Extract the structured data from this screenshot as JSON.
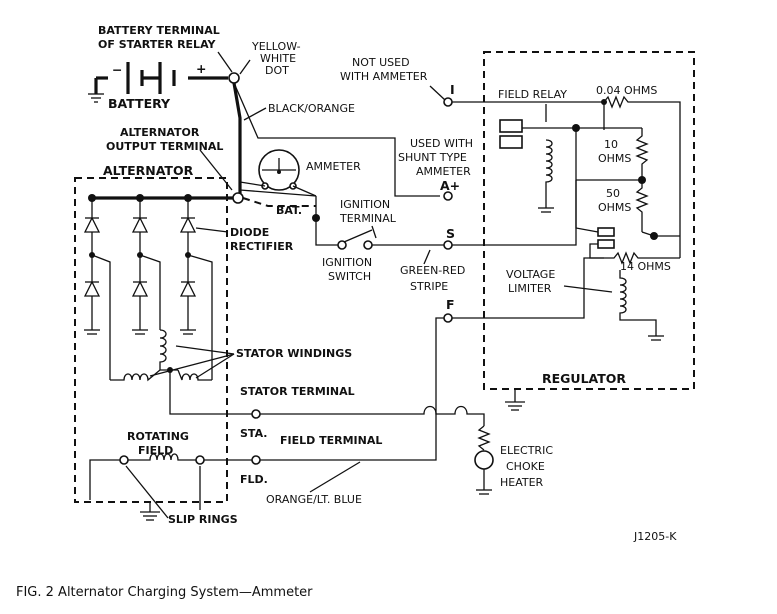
{
  "labels": {
    "battery_terminal_line1": "BATTERY TERMINAL",
    "battery_terminal_line2": "OF STARTER RELAY",
    "battery": "BATTERY",
    "battery_minus": "−",
    "battery_plus": "+",
    "yellow_white_line1": "YELLOW-",
    "yellow_white_line2": "WHITE",
    "yellow_white_line3": "DOT",
    "black_orange": "BLACK/ORANGE",
    "alt_output_line1": "ALTERNATOR",
    "alt_output_line2": "OUTPUT TERMINAL",
    "ammeter": "AMMETER",
    "alternator": "ALTERNATOR",
    "bat": "BAT.",
    "not_used_line1": "NOT USED",
    "not_used_line2": "WITH AMMETER",
    "terminal_i": "I",
    "used_with_line1": "USED WITH",
    "used_with_line2": "SHUNT TYPE",
    "used_with_line3": "AMMETER",
    "terminal_a": "A+",
    "ignition_terminal_line1": "IGNITION",
    "ignition_terminal_line2": "TERMINAL",
    "terminal_s": "S",
    "diode_line1": "DIODE",
    "diode_line2": "RECTIFIER",
    "ignition_switch_line1": "IGNITION",
    "ignition_switch_line2": "SWITCH",
    "green_red_line1": "GREEN-RED",
    "green_red_line2": "STRIPE",
    "terminal_f": "F",
    "field_relay": "FIELD RELAY",
    "ohms_004": "0.04 OHMS",
    "ohms_10_line1": "10",
    "ohms_10_line2": "OHMS",
    "ohms_50_line1": "50",
    "ohms_50_line2": "OHMS",
    "ohms_14": "14 OHMS",
    "voltage_limiter_line1": "VOLTAGE",
    "voltage_limiter_line2": "LIMITER",
    "regulator": "REGULATOR",
    "stator_windings": "STATOR WINDINGS",
    "stator_terminal": "STATOR TERMINAL",
    "sta": "STA.",
    "rotating_field_line1": "ROTATING",
    "rotating_field_line2": "FIELD",
    "field_terminal": "FIELD TERMINAL",
    "fld": "FLD.",
    "electric_choke_line1": "ELECTRIC",
    "electric_choke_line2": "CHOKE",
    "electric_choke_line3": "HEATER",
    "orange_lt_blue": "ORANGE/LT. BLUE",
    "slip_rings": "SLIP RINGS",
    "figure_code": "J1205-K"
  },
  "caption": "FIG. 2 Alternator Charging System—Ammeter"
}
